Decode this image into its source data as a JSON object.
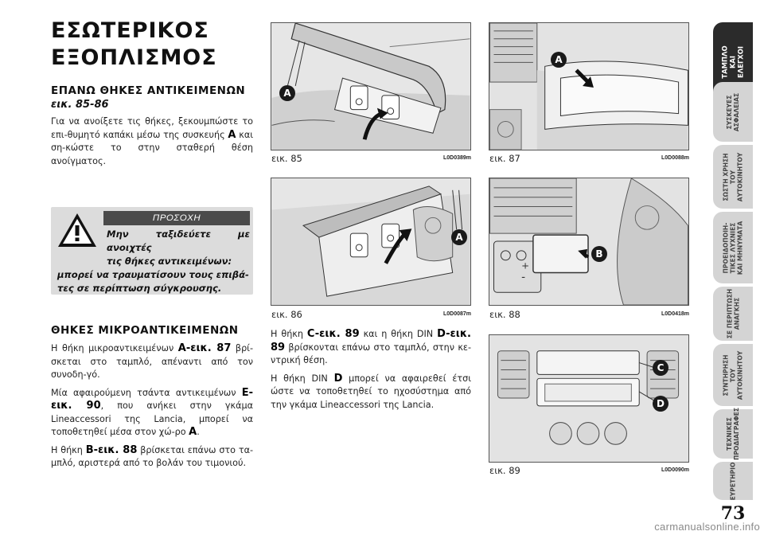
{
  "title": {
    "line1": "ΕΣΩΤΕΡΙΚΟΣ",
    "line2": "ΕΞΟΠΛΙΣΜΟΣ"
  },
  "section1": {
    "heading": "ΕΠΑΝΩ ΘΗΚΕΣ ΑΝΤΙΚΕΙΜΕΝΩΝ",
    "fig_ref": "εικ. 85-86",
    "body_a": "Για να ανοίξετε τις θήκες, ξεκουμπώστε το επι-θυμητό καπάκι μέσω της συσκευής ",
    "body_key": "A",
    "body_b": " και ση-κώστε το στην σταθερή θέση ανοίγματος."
  },
  "warning": {
    "header": "ΠΡΟΣΟΧΗ",
    "line1": "Μην ταξιδεύετε με ανοιχτές",
    "line2": "τις θήκες αντικειμένων:",
    "line3": "μπορεί να τραυματίσουν τους επιβά-τες σε περίπτωση σύγκρουσης."
  },
  "section2": {
    "heading": "ΘΗΚΕΣ ΜΙΚΡΟΑΝΤΙΚΕΙΜΕΝΩΝ",
    "p1_a": "Η θήκη μικροαντικειμένων ",
    "p1_ref": "A-εικ. 87",
    "p1_b": " βρί-σκεται στο ταμπλό, απέναντι από τον συνοδη-γό.",
    "p2_a": "Μία αφαιρούμενη τσάντα αντικειμένων ",
    "p2_ref": "E-εικ. 90",
    "p2_b": ", που ανήκει στην γκάμα Lineaccessori της Lancia, μπορεί να τοποθετηθεί μέσα στον χώ-ρο ",
    "p2_key": "A",
    "p2_c": ".",
    "p3_a": "Η θήκη ",
    "p3_ref": "B-εικ. 88",
    "p3_b": " βρίσκεται επάνω στο τα-μπλό, αριστερά από το βολάν του τιμονιού."
  },
  "middle_text": {
    "p1_a": "Η θήκη ",
    "p1_ref1": "C-εικ. 89",
    "p1_b": " και η θήκη DIN ",
    "p1_ref2": "D-εικ. 89",
    "p1_c": " βρίσκονται επάνω στο ταμπλό, στην κε-ντρική θέση.",
    "p2_a": "Η θήκη DIN ",
    "p2_key": "D",
    "p2_b": " μπορεί να αφαιρεθεί έτσι ώστε να τοποθετηθεί το ηχοσύστημα από την γκάμα Lineaccessori της Lancia."
  },
  "figures": [
    {
      "caption": "εικ. 85",
      "code": "L0D0389m",
      "labels": [
        "A"
      ]
    },
    {
      "caption": "εικ. 86",
      "code": "L0D0087m",
      "labels": [
        "A"
      ]
    },
    {
      "caption": "εικ. 87",
      "code": "L0D0088m",
      "labels": [
        "A"
      ]
    },
    {
      "caption": "εικ. 88",
      "code": "L0D0418m",
      "labels": [
        "B"
      ]
    },
    {
      "caption": "εικ. 89",
      "code": "L0D0090m",
      "labels": [
        "C",
        "D"
      ]
    }
  ],
  "tabs": [
    {
      "lines": [
        "ΤΑΜΠΛΟ",
        "ΚΑΙ",
        "ΕΛΕΓΧΟΙ"
      ],
      "active": true
    },
    {
      "lines": [
        "ΣΥΣΚΕΥΕΣ",
        "ΑΣΦΑΛΕΙΑΣ"
      ],
      "active": false
    },
    {
      "lines": [
        "ΣΩΣΤΗ ΧΡΗΣΗ",
        "ΤΟΥ",
        "ΑΥΤΟΚΙΝΗΤΟΥ"
      ],
      "active": false
    },
    {
      "lines": [
        "ΠΡΟΕΙΔΟΠΟΙΗ-",
        "ΤΙΚΕΣ ΛΥΧΝΙΕΣ",
        "ΚΑΙ ΜΗΝΥΜΑΤΑ"
      ],
      "active": false
    },
    {
      "lines": [
        "ΣΕ ΠΕΡΙΠΤΩΣΗ",
        "ΑΝΑΓΚΗΣ"
      ],
      "active": false
    },
    {
      "lines": [
        "ΣΥΝΤΗΡΗΣΗ",
        "ΤΟΥ",
        "ΑΥΤΟΚΙΝΗΤΟΥ"
      ],
      "active": false
    },
    {
      "lines": [
        "ΤΕΧΝΙΚΕΣ",
        "ΠΡΟΔΙΑΓΡΑΦΕΣ"
      ],
      "active": false
    },
    {
      "lines": [
        "ΕΥΡΕΤΗΡΙΟ"
      ],
      "active": false
    }
  ],
  "page_number": "73",
  "watermark": "carmanualsonline.info",
  "colors": {
    "label_circle": "#1a1a1a",
    "tab_active": "#2b2b2b",
    "tab_inactive": "#d4d4d4",
    "warning_bg": "#dcdcdc"
  }
}
